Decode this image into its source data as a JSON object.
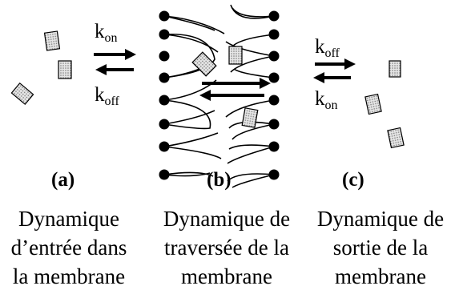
{
  "panels": {
    "a": {
      "label": "(a)",
      "rate_top": {
        "k": "k",
        "sub": "on"
      },
      "rate_bottom": {
        "k": "k",
        "sub": "off"
      },
      "caption": [
        "Dynamique",
        "d’entrée dans",
        "la membrane"
      ]
    },
    "b": {
      "label": "(b)",
      "caption": [
        "Dynamique de",
        "traversée de la",
        "membrane"
      ]
    },
    "c": {
      "label": "(c)",
      "rate_top": {
        "k": "k",
        "sub": "off"
      },
      "rate_bottom": {
        "k": "k",
        "sub": "on"
      },
      "caption": [
        "Dynamique de",
        "sortie de la",
        "membrane"
      ]
    }
  },
  "colors": {
    "molecule_fill": "#c8c8c8",
    "ink": "#000000"
  }
}
